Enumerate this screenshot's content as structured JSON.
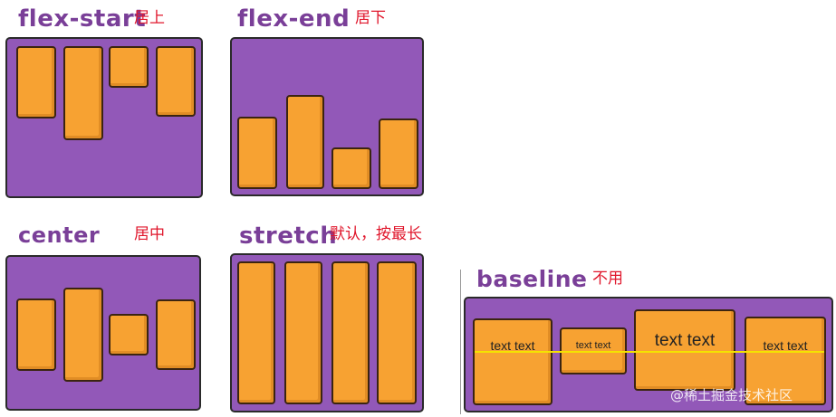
{
  "colors": {
    "panel": "#9258b8",
    "item": "#f7a232",
    "label": "#7a3f98",
    "note": "#e0162b",
    "baseline": "#f5e300"
  },
  "panels": {
    "flex_start": {
      "label": "flex-start",
      "note": "居上"
    },
    "flex_end": {
      "label": "flex-end",
      "note": "居下"
    },
    "center": {
      "label": "center",
      "note": "居中"
    },
    "stretch": {
      "label": "stretch",
      "note": "默认，按最长"
    },
    "baseline": {
      "label": "baseline",
      "note": "不用",
      "item_texts": [
        "text text",
        "text text",
        "text text",
        "text text"
      ]
    }
  },
  "watermark": "@稀土掘金技术社区"
}
